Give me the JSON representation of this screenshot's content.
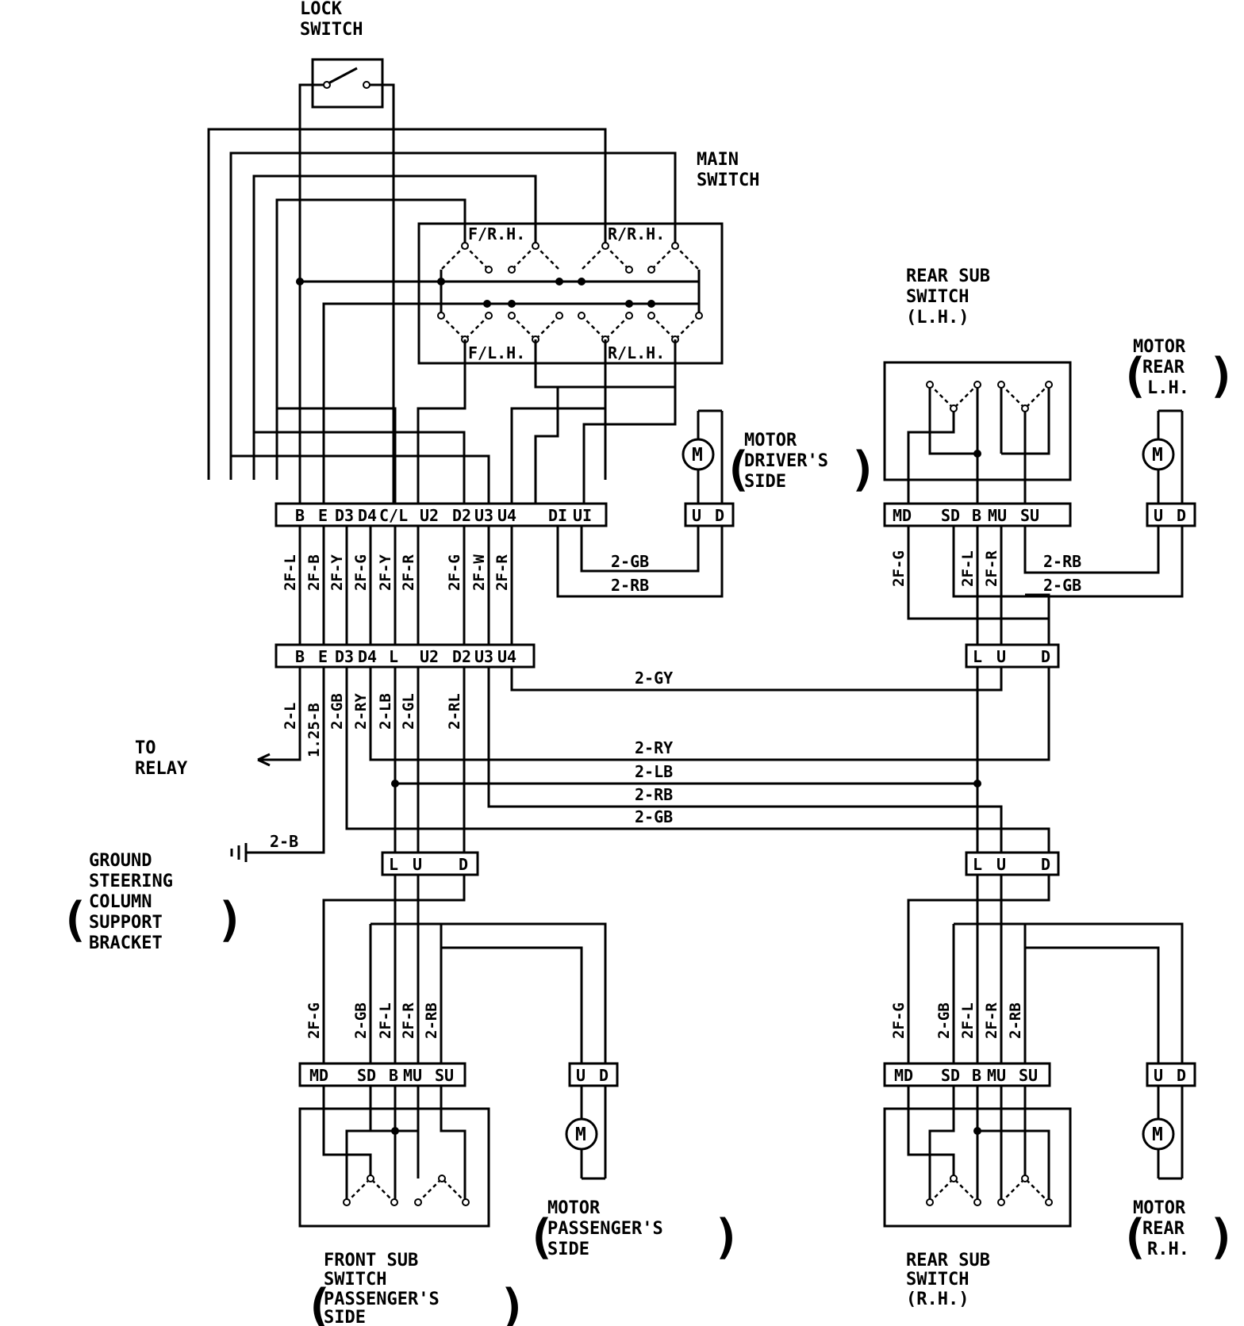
{
  "components": {
    "lock_switch": [
      "LOCK",
      "SWITCH"
    ],
    "main_switch": [
      "MAIN",
      "SWITCH"
    ],
    "main_positions": {
      "fr": "F/R.H.",
      "rr": "R/R.H.",
      "fl": "F/L.H.",
      "rl": "R/L.H."
    },
    "rear_sub_lh": [
      "REAR SUB",
      "SWITCH",
      "(L.H.)"
    ],
    "motor_rear_lh": [
      "MOTOR",
      "REAR",
      "L.H."
    ],
    "motor_driver": [
      "MOTOR",
      "DRIVER'S",
      "SIDE"
    ],
    "to_relay": [
      "TO",
      "RELAY"
    ],
    "ground": [
      "GROUND",
      "STEERING",
      "COLUMN",
      "SUPPORT",
      "BRACKET"
    ],
    "front_sub": [
      "FRONT SUB",
      "SWITCH",
      "PASSENGER'S",
      "SIDE"
    ],
    "motor_passenger": [
      "MOTOR",
      "PASSENGER'S",
      "SIDE"
    ],
    "rear_sub_rh": [
      "REAR SUB",
      "SWITCH",
      "(R.H.)"
    ],
    "motor_rear_rh": [
      "MOTOR",
      "REAR",
      "R.H."
    ],
    "motor_symbol": "M"
  },
  "connectors": {
    "main": [
      "B",
      "E",
      "D3",
      "D4",
      "C/L",
      "U2",
      "D2",
      "U3",
      "U4",
      "DI",
      "UI"
    ],
    "junction": [
      "B",
      "E",
      "D3",
      "D4",
      "L",
      "U2",
      "D2",
      "U3",
      "U4"
    ],
    "motor": [
      "U",
      "D"
    ],
    "sub": [
      "MD",
      "SD",
      "B",
      "MU",
      "SU"
    ],
    "lud": [
      "L",
      "U",
      "D"
    ]
  },
  "wires": {
    "main_to_junction": [
      "2F-L",
      "2F-B",
      "2F-Y",
      "2F-G",
      "2F-Y",
      "2F-R",
      "2F-G",
      "2F-W",
      "2F-R"
    ],
    "junction_out": [
      "2-L",
      "1.25-B",
      "2-GB",
      "2-RY",
      "2-LB",
      "2-GL",
      "2-RL"
    ],
    "driver_motor": [
      "2-GB",
      "2-RB"
    ],
    "rear_lh_side": [
      "2F-G",
      "2F-L",
      "2F-R"
    ],
    "rear_lh_motor": [
      "2-RB",
      "2-GB"
    ],
    "trunk_gy": "2-GY",
    "trunk": [
      "2-RY",
      "2-LB",
      "2-RB",
      "2-GB"
    ],
    "ground_wire": "2-B",
    "front_sub_side": [
      "2F-G",
      "2-GB",
      "2F-L",
      "2F-R",
      "2-RB"
    ],
    "rear_rh_side": [
      "2F-G",
      "2-GB",
      "2F-L",
      "2F-R",
      "2-RB"
    ]
  }
}
